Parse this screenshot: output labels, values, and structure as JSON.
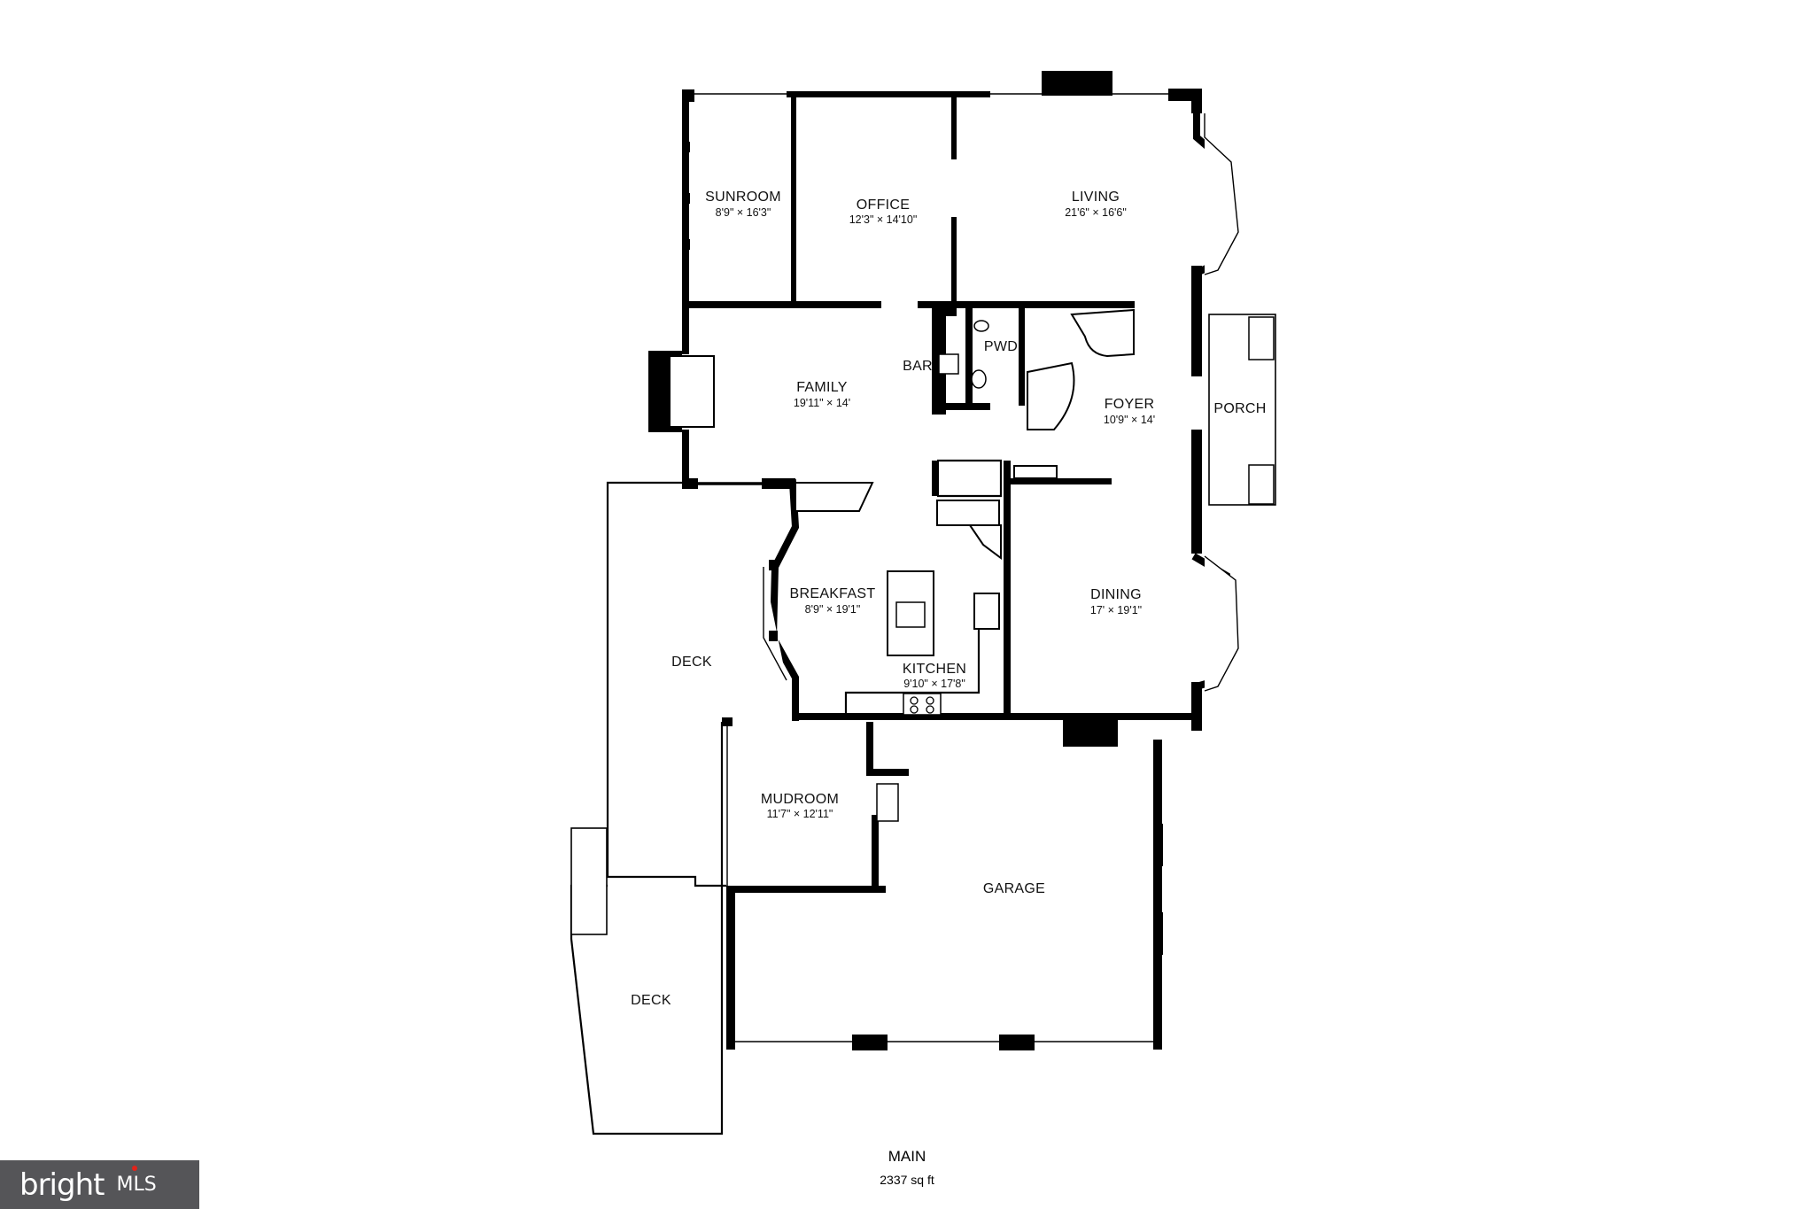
{
  "rooms": {
    "sunroom": {
      "name": "SUNROOM",
      "dims": "8'9\" × 16'3\""
    },
    "office": {
      "name": "OFFICE",
      "dims": "12'3\" × 14'10\""
    },
    "living": {
      "name": "LIVING",
      "dims": "21'6\" × 16'6\""
    },
    "family": {
      "name": "FAMILY",
      "dims": "19'11\" × 14'"
    },
    "bar": {
      "name": "BAR"
    },
    "pwd": {
      "name": "PWD"
    },
    "foyer": {
      "name": "FOYER",
      "dims": "10'9\" × 14'"
    },
    "porch": {
      "name": "PORCH"
    },
    "breakfast": {
      "name": "BREAKFAST",
      "dims": "8'9\" × 19'1\""
    },
    "kitchen": {
      "name": "KITCHEN",
      "dims": "9'10\" × 17'8\""
    },
    "dining": {
      "name": "DINING",
      "dims": "17' × 19'1\""
    },
    "deck_upper": {
      "name": "DECK"
    },
    "mudroom": {
      "name": "MUDROOM",
      "dims": "11'7\" × 12'11\""
    },
    "garage": {
      "name": "GARAGE"
    },
    "deck_lower": {
      "name": "DECK"
    }
  },
  "caption": {
    "title": "MAIN",
    "area": "2337 sq ft"
  },
  "logo": {
    "word": "bright",
    "suffix": "MLS",
    "accent_color": "#e2231a",
    "background_color": "#555558"
  }
}
